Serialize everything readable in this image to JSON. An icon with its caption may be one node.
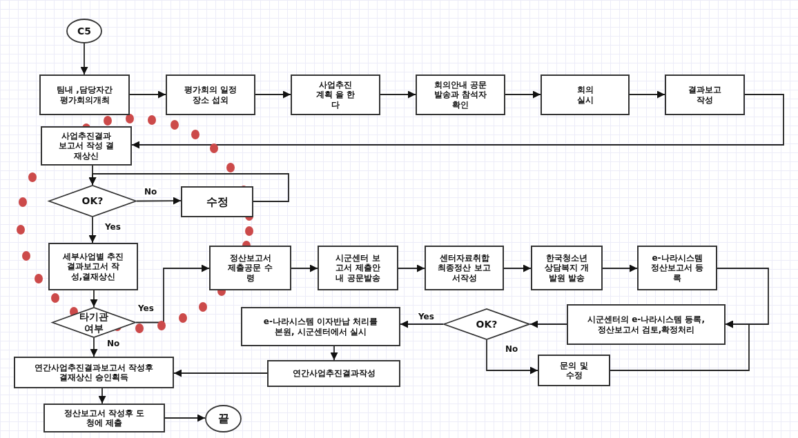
{
  "diagram": {
    "nodes": [
      {
        "text": [
          "C5"
        ]
      },
      {
        "text": [
          "팀내 ,담당자간 평가회의개최"
        ]
      },
      {
        "text": [
          "평가회의 일정 장소 섭외"
        ]
      },
      {
        "text": [
          "사업추진 계획 을 한다"
        ]
      },
      {
        "text": [
          "회의안내 공문발송과 참석자 확인"
        ]
      },
      {
        "text": [
          "회의 실시"
        ]
      },
      {
        "text": [
          "결과보고 작성"
        ]
      },
      {
        "text": [
          "사업추진결과 보고서 작성 결재상신"
        ]
      },
      {
        "text": [
          "OK?"
        ]
      },
      {
        "text": [
          "수정"
        ]
      },
      {
        "text": [
          "세부사업별 추진 결과보고서 작성,결재상신"
        ]
      },
      {
        "text": [
          "타기관 여부"
        ]
      },
      {
        "text": [
          "정산보고서 제출공문 수령"
        ]
      },
      {
        "text": [
          "시군센터 보고서 제출안내 공문발송"
        ]
      },
      {
        "text": [
          "센터자료취합 최종정산 보고서작성"
        ]
      },
      {
        "text": [
          "한국청소년 상담복지 개발원 발송"
        ]
      },
      {
        "text": [
          "e-나라시스템 정산보고서 등록"
        ]
      },
      {
        "text": [
          "시군센터의 e-나라시스템 등록,정산보고서 검토,확정처리"
        ]
      },
      {
        "text": [
          "OK?"
        ]
      },
      {
        "text": [
          "e-나라시스템 이자반납 처리를 본원, 시군센터에서 실시"
        ]
      },
      {
        "text": [
          "문의 및 수정"
        ]
      },
      {
        "text": [
          "연간사업추진결과작성"
        ]
      },
      {
        "text": [
          "연간사업추진결과보고서 작성후 결재상신 승인획득"
        ]
      },
      {
        "text": [
          "정산보고서 작성후 도청에 제출"
        ]
      },
      {
        "text": [
          "끝"
        ]
      }
    ],
    "edges": [
      {
        "from": 0,
        "to": 1,
        "arrow": "to"
      },
      {
        "from": 1,
        "to": 2,
        "arrow": "to"
      },
      {
        "from": 2,
        "to": 3,
        "arrow": "to"
      },
      {
        "from": 3,
        "to": 4,
        "arrow": "to"
      },
      {
        "from": 4,
        "to": 5,
        "arrow": "to"
      },
      {
        "from": 5,
        "to": 6,
        "arrow": "to"
      },
      {
        "from": 6,
        "to": 7,
        "arrow": "to"
      },
      {
        "from": 7,
        "to": 8,
        "arrow": "to"
      },
      {
        "from": 8,
        "to": 9,
        "arrow": "to",
        "label": "No"
      },
      {
        "from": 9,
        "to": 8,
        "arrow": "to"
      },
      {
        "from": 8,
        "to": 10,
        "arrow": "to",
        "label": "Yes"
      },
      {
        "from": 10,
        "to": 11,
        "arrow": "to"
      },
      {
        "from": 11,
        "to": 12,
        "arrow": "to",
        "label": "Yes"
      },
      {
        "from": 11,
        "to": 22,
        "arrow": "to",
        "label": "No"
      },
      {
        "from": 12,
        "to": 13,
        "arrow": "to"
      },
      {
        "from": 13,
        "to": 14,
        "arrow": "to"
      },
      {
        "from": 14,
        "to": 15,
        "arrow": "to"
      },
      {
        "from": 15,
        "to": 16,
        "arrow": "to"
      },
      {
        "from": 16,
        "to": 17,
        "arrow": "to"
      },
      {
        "from": 17,
        "to": 18,
        "arrow": "to"
      },
      {
        "from": 18,
        "to": 19,
        "arrow": "to",
        "label": "Yes"
      },
      {
        "from": 18,
        "to": 20,
        "arrow": "to",
        "label": "No"
      },
      {
        "from": 20,
        "to": 17,
        "arrow": "to"
      },
      {
        "from": 19,
        "to": 21,
        "arrow": "to"
      },
      {
        "from": 21,
        "to": 22,
        "arrow": "to"
      },
      {
        "from": 22,
        "to": 23,
        "arrow": "to"
      },
      {
        "from": 23,
        "to": 24,
        "arrow": "to"
      }
    ]
  }
}
